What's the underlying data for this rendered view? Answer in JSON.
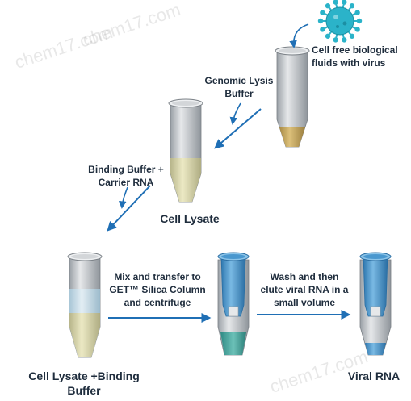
{
  "labels": {
    "virus_source": "Cell free biological\nfluids with virus",
    "genomic_lysis": "Genomic Lysis\nBuffer",
    "binding_buffer": "Binding Buffer +\nCarrier RNA",
    "cell_lysate": "Cell Lysate",
    "mix_transfer": "Mix and transfer to\nGET™ Silica Column\nand centrifuge",
    "wash_elute": "Wash and then\nelute viral RNA in a\nsmall volume",
    "lysate_binding": "Cell Lysate +Binding\nBuffer",
    "viral_rna": "Viral RNA"
  },
  "watermark": "chem17.com",
  "colors": {
    "arrow": "#1f6fb5",
    "text": "#1f2d3d",
    "virus": "#2bb3c9",
    "tube_gray": "#c9cccf",
    "lysate": "#d9d7a8",
    "sample_tan": "#c8a960",
    "column_blue": "#4a98cf",
    "eluate_teal": "#4aa8a0"
  }
}
